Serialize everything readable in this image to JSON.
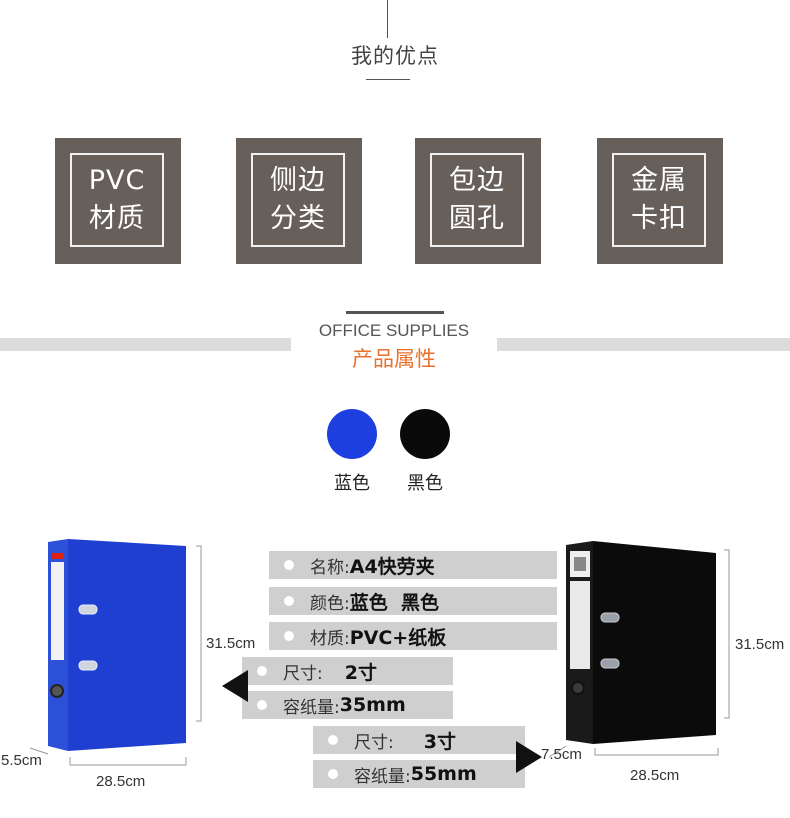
{
  "header": {
    "title": "我的优点"
  },
  "features": [
    {
      "line1": "PVC",
      "line2": "材质"
    },
    {
      "line1": "侧边",
      "line2": "分类"
    },
    {
      "line1": "包边",
      "line2": "圆孔"
    },
    {
      "line1": "金属",
      "line2": "卡扣"
    }
  ],
  "section": {
    "en": "OFFICE SUPPLIES",
    "cn": "产品属性"
  },
  "colors": [
    {
      "label": "蓝色",
      "hex": "#1d3fe0"
    },
    {
      "label": "黑色",
      "hex": "#0a0a0a"
    }
  ],
  "specs": {
    "name": {
      "key": "名称:",
      "value": "A4快劳夹"
    },
    "color": {
      "key": "颜色:",
      "value": "蓝色  黑色"
    },
    "material": {
      "key": "材质:",
      "value": "PVC+纸板"
    },
    "size_a": {
      "key": "尺寸:",
      "value": "2寸"
    },
    "capacity_a": {
      "key": "容纸量:",
      "value": "35mm"
    },
    "size_b": {
      "key": "尺寸:",
      "value": "3寸"
    },
    "capacity_b": {
      "key": "容纸量:",
      "value": "55mm"
    }
  },
  "dimensions": {
    "blue": {
      "height": "31.5cm",
      "width": "28.5cm",
      "depth": "5.5cm"
    },
    "black": {
      "height": "31.5cm",
      "width": "28.5cm",
      "depth": "7.5cm"
    }
  }
}
